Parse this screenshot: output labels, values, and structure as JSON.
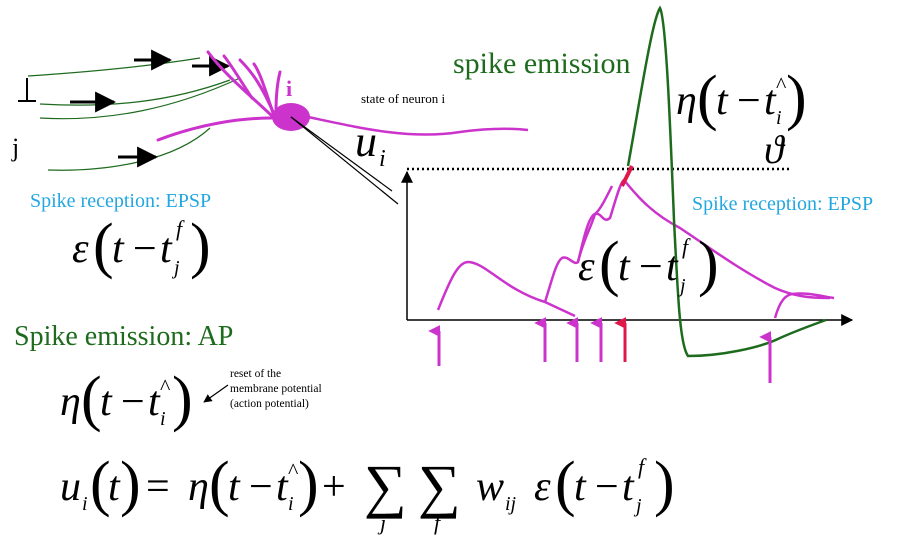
{
  "colors": {
    "neuron": "#cc33cc",
    "green": "#1e6b1e",
    "cyan": "#23a7e0",
    "spike_tip": "#e0184a",
    "black": "#000000"
  },
  "neuron": {
    "label": "i",
    "state_label": "state of neuron i",
    "presyn_label": "j"
  },
  "labels": {
    "spike_emission_top": "spike emission",
    "spike_reception_left": "Spike reception: EPSP",
    "spike_reception_right": "Spike reception: EPSP",
    "spike_emission_ap": "Spike emission: AP",
    "reset_note_1": "reset of the",
    "reset_note_2": "membrane potential",
    "reset_note_3": "(action potential)"
  },
  "math": {
    "u": "u",
    "sub_i": "i",
    "sub_j": "j",
    "sup_f": "f",
    "hat": "^",
    "eta": "η",
    "epsilon": "ε",
    "theta": "ϑ",
    "t": "t",
    "minus": "−",
    "plus": "+",
    "equals": "=",
    "sum": "∑",
    "w": "w",
    "sub_ij": "ij",
    "sum_idx_j": "j",
    "sum_idx_f": "f",
    "lparen": "(",
    "rparen": ")"
  }
}
